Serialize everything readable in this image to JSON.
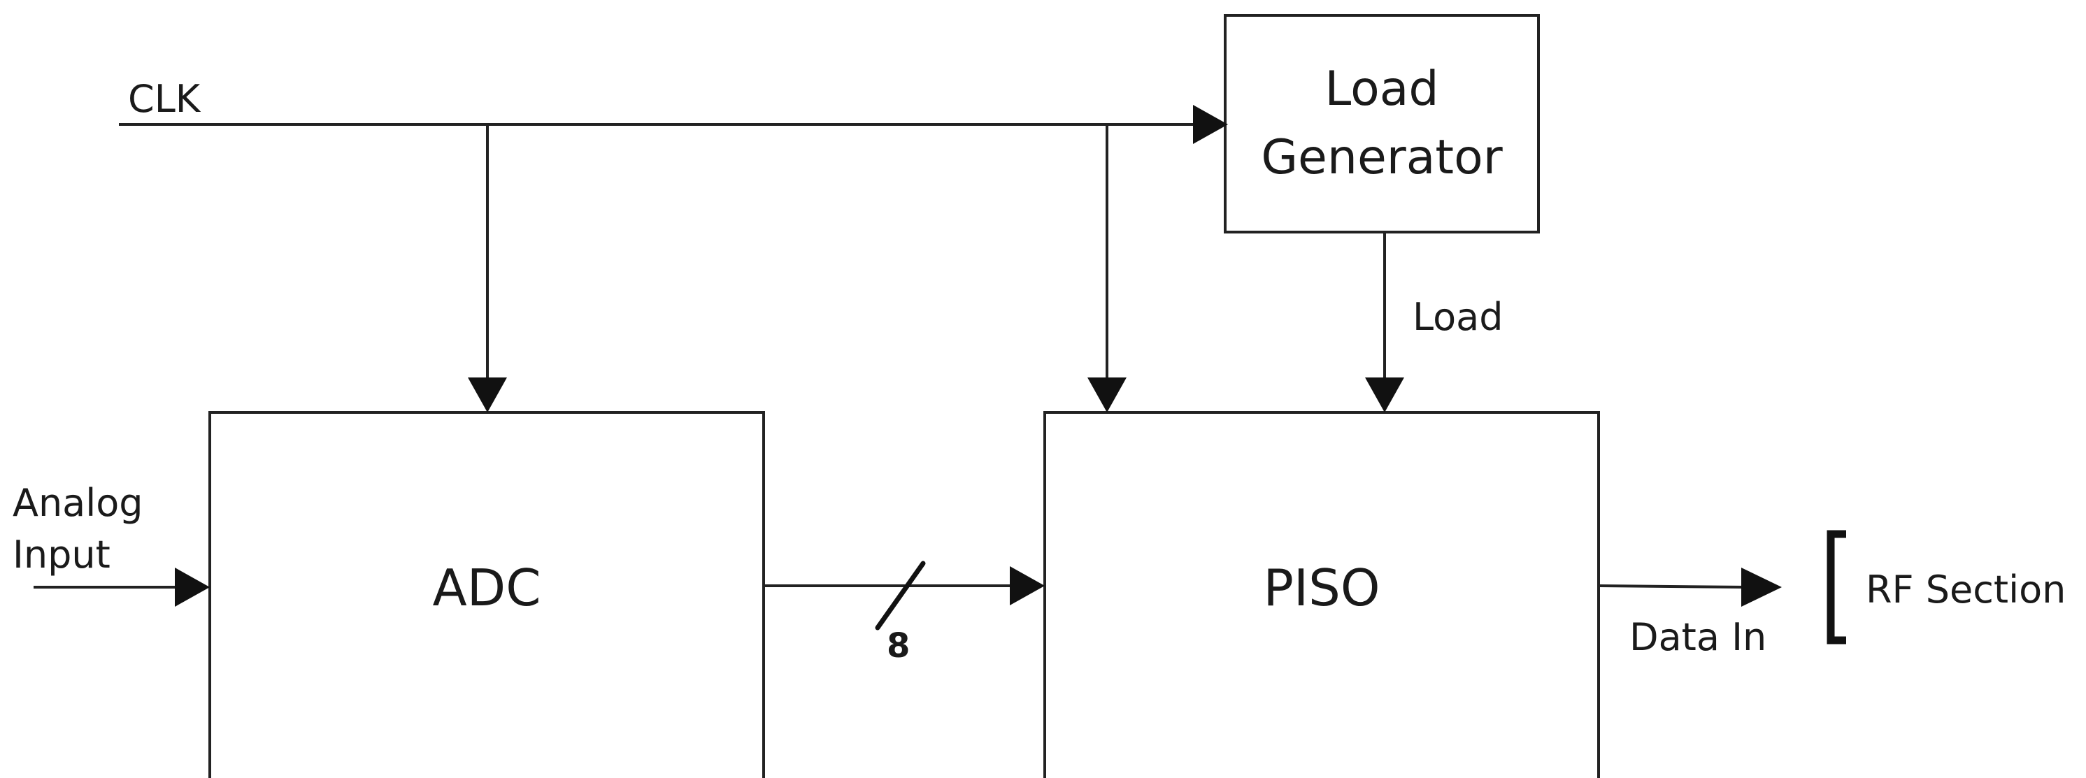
{
  "signals": {
    "clk": "CLK",
    "analog_input_line1": "Analog",
    "analog_input_line2": "Input",
    "load": "Load",
    "data_in": "Data In",
    "bus_width": "8"
  },
  "blocks": {
    "adc": "ADC",
    "piso": "PISO",
    "load_generator_line1": "Load",
    "load_generator_line2": "Generator"
  },
  "output": {
    "rf_section": "RF Section"
  }
}
